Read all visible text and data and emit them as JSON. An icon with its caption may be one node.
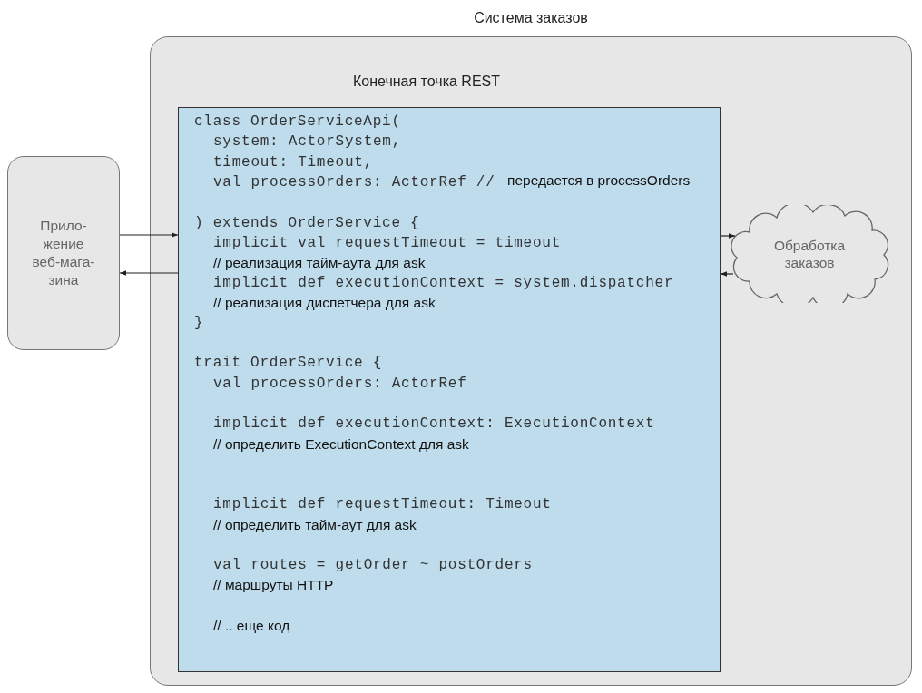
{
  "diagram": {
    "nodes": [
      {
        "text": [
          "Система заказов"
        ]
      },
      {
        "text": [
          "Конечная точка REST",
          "class OrderServiceApi(",
          "system: ActorSystem,",
          "timeout: Timeout,",
          "val processOrders: ActorRef //",
          "передается в processOrders",
          ") extends OrderService {",
          "implicit val requestTimeout = timeout",
          "// реализация тайм-аута для ask",
          "implicit def executionContext = system.dispatcher",
          "// реализация диспетчера  для ask",
          "}",
          "trait OrderService {",
          "val processOrders: ActorRef",
          "implicit def executionContext: ExecutionContext",
          "// определить ExecutionContext для ask",
          "implicit def requestTimeout: Timeout",
          "// определить тайм-аут для ask",
          "val routes = getOrder ~ postOrders",
          "// маршруты HTTP",
          "// .. еще код"
        ],
        "in": 0
      },
      {
        "text": [
          "Прило- жение веб-мага- зина"
        ]
      },
      {
        "text": [
          "Обработка заказов"
        ],
        "in": 0
      }
    ],
    "edges": [
      {
        "from": 2,
        "to": 1,
        "arrow": "to"
      },
      {
        "from": 1,
        "to": 2,
        "arrow": "to"
      },
      {
        "from": 1,
        "to": 3,
        "arrow": "to"
      },
      {
        "from": 3,
        "to": 1,
        "arrow": "to"
      }
    ]
  }
}
